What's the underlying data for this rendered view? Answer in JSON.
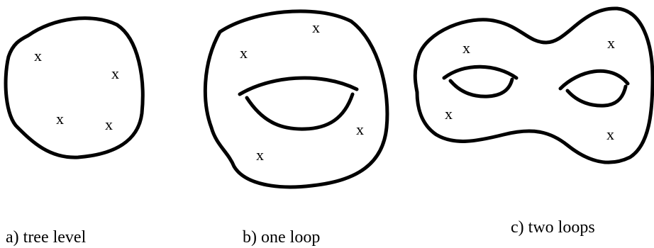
{
  "marker_symbol": "x",
  "panels": [
    {
      "caption": "a) tree level",
      "loops": 0
    },
    {
      "caption": "b) one loop",
      "loops": 1
    },
    {
      "caption": "c) two loops",
      "loops": 2
    }
  ],
  "colors": {
    "stroke": "#000000",
    "background": "#ffffff"
  }
}
